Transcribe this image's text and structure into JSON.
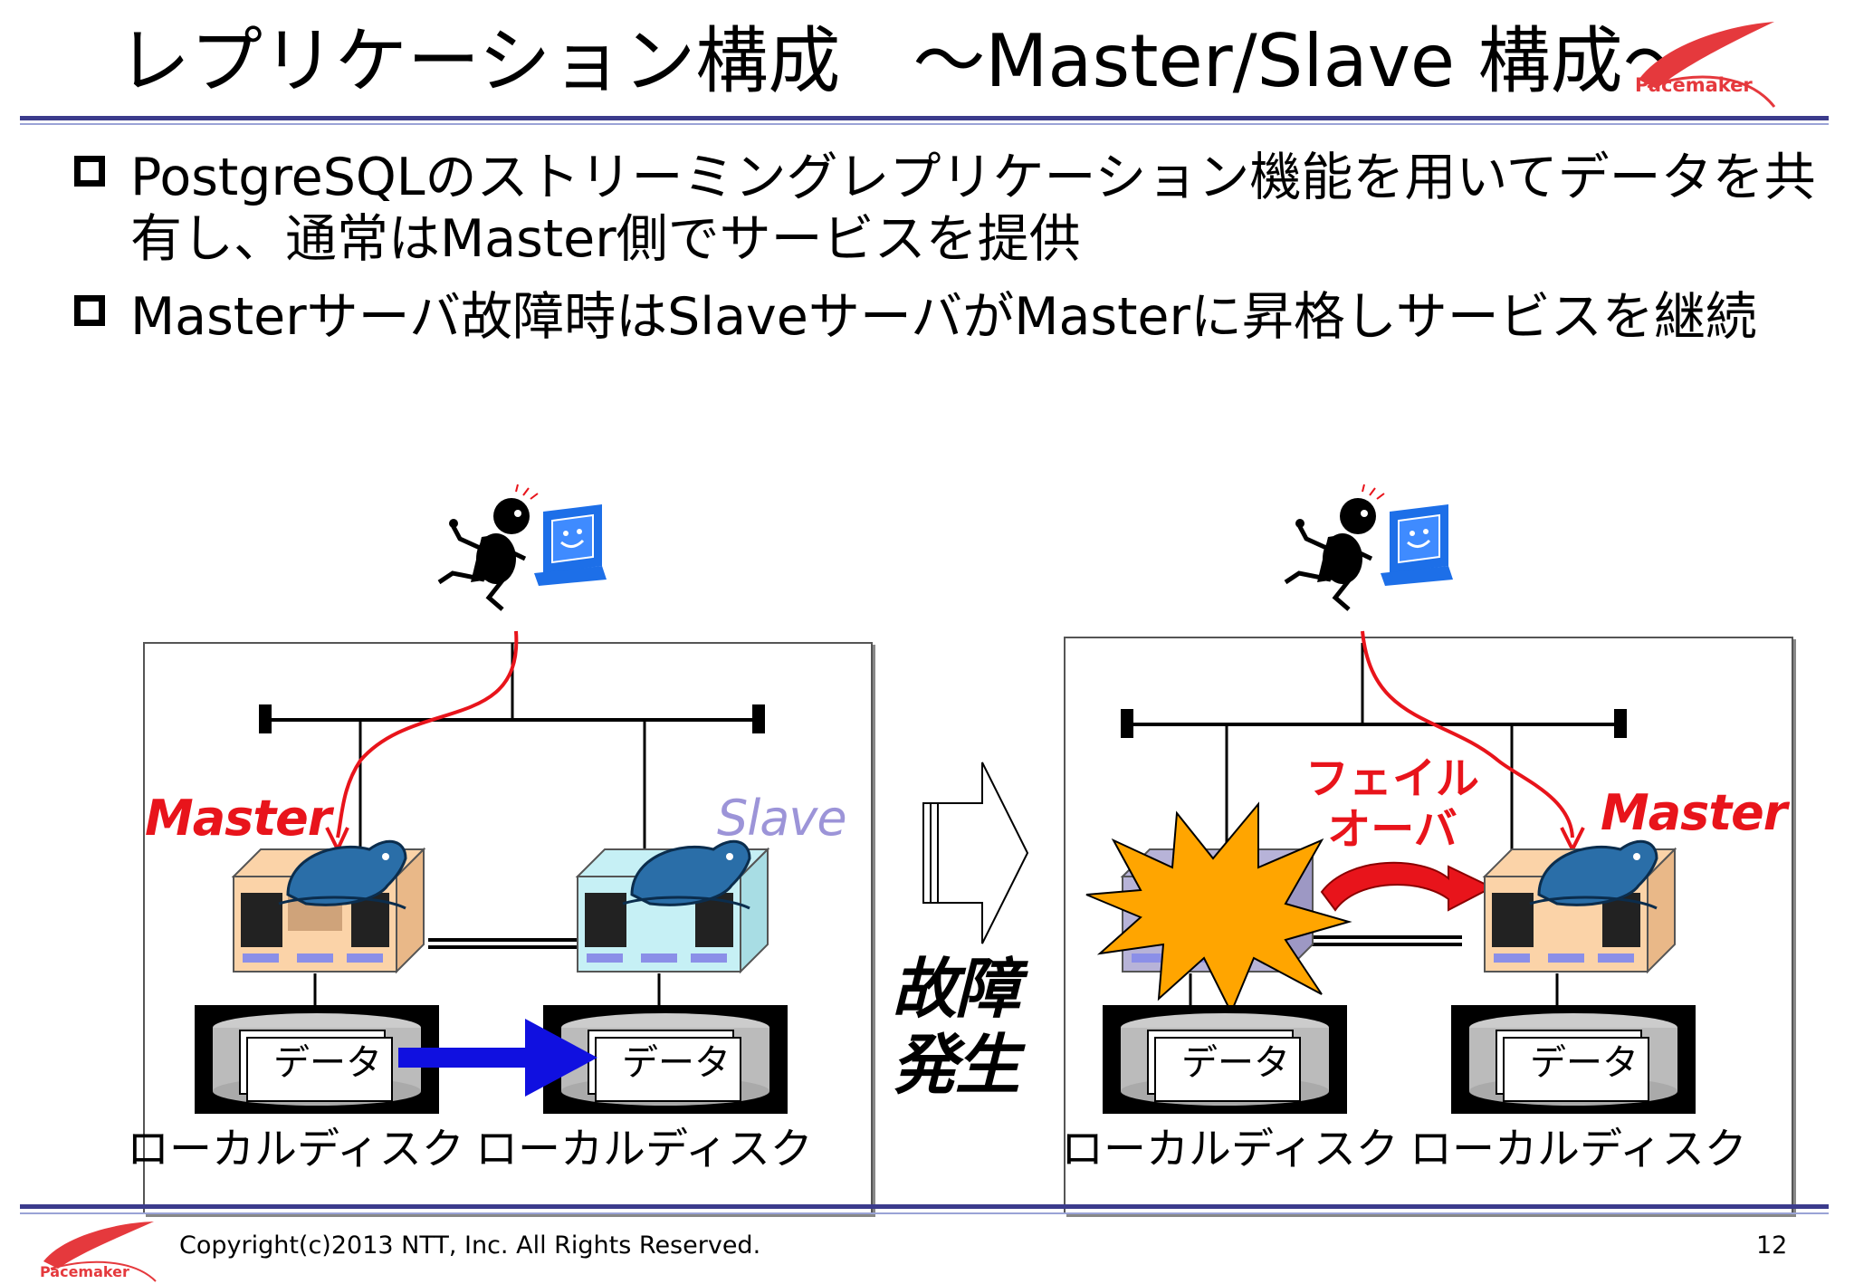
{
  "slide": {
    "title": "レプリケーション構成　～Master/Slave 構成～",
    "bullets": [
      "PostgreSQLのストリーミングレプリケーション機能を用いてデータを共有し、通常はMaster側でサービスを提供",
      "Masterサーバ故障時はSlaveサーバがMasterに昇格しサービスを継続"
    ]
  },
  "logo": {
    "text": "Pacemaker"
  },
  "diagram": {
    "before": {
      "left_role": "Master",
      "right_role": "Slave",
      "data_label": "データ",
      "disk_label": "ローカルディスク"
    },
    "transition_label": "故障発生",
    "after": {
      "failover_label": "フェイルオーバ",
      "right_role": "Master",
      "data_label": "データ",
      "disk_label": "ローカルディスク"
    }
  },
  "footer": {
    "copyright": "Copyright(c)2013 NTT, Inc. All Rights Reserved.",
    "page_number": "12"
  },
  "colors": {
    "accent_red": "#e8141b",
    "rule_blue": "#3b3b8c",
    "master_server": "#fbd3a8",
    "slave_server": "#c6f0f5",
    "client_blue": "#1d6fe8",
    "burst_orange": "#ffa500"
  }
}
